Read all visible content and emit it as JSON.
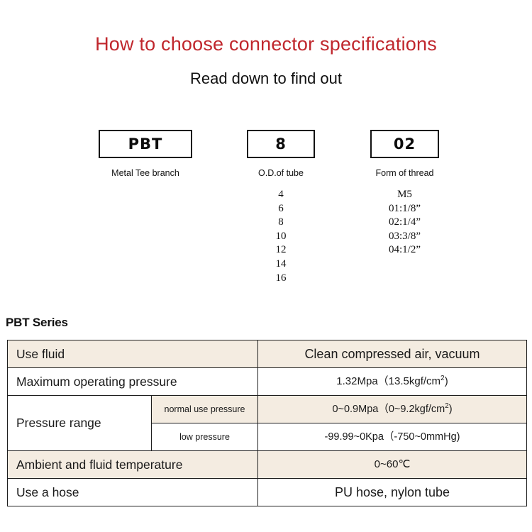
{
  "header": {
    "title": "How to choose connector specifications",
    "subtitle": "Read down to find out",
    "title_color": "#c0272d"
  },
  "code_breakdown": {
    "columns": [
      {
        "code": "PBT",
        "caption": "Metal Tee branch",
        "options": []
      },
      {
        "code": "8",
        "caption": "O.D.of tube",
        "options": [
          "4",
          "6",
          "8",
          "10",
          "12",
          "14",
          "16"
        ]
      },
      {
        "code": "02",
        "caption": "Form of thread",
        "options": [
          "M5",
          "01:1/8”",
          "02:1/4”",
          "03:3/8”",
          "04:1/2”"
        ]
      }
    ]
  },
  "spec": {
    "heading": "PBT Series",
    "row_beige_color": "#f4ece1",
    "rows": [
      {
        "label": "Use fluid",
        "value": "Clean compressed air, vacuum"
      },
      {
        "label": "Maximum operating pressure",
        "value": "1.32Mpa（13.5kgf/cm",
        "value_sup": "2",
        "value_tail": ")"
      },
      {
        "label": "Pressure range",
        "sub_rows": [
          {
            "sublabel": "normal use pressure",
            "value": "0~0.9Mpa（0~9.2kgf/cm",
            "value_sup": "2",
            "value_tail": ")"
          },
          {
            "sublabel": "low pressure",
            "value": "-99.99~0Kpa（-750~0mmHg)"
          }
        ]
      },
      {
        "label": "Ambient and fluid temperature",
        "value": "0~60℃"
      },
      {
        "label": "Use a hose",
        "value": "PU hose, nylon tube"
      }
    ]
  }
}
